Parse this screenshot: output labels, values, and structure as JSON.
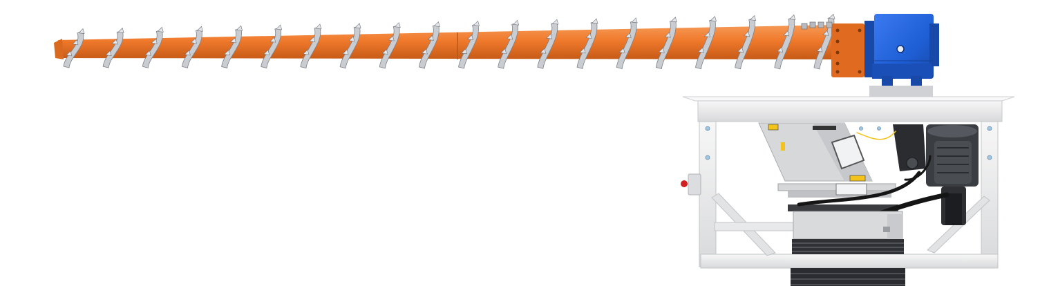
{
  "scene": {
    "subject": "screw-conveyor-with-gearbox-and-feeder-frame",
    "colors": {
      "background": "#ffffff",
      "auger_orange": "#f07a2c",
      "auger_orange_dark": "#c65a16",
      "flight_steel": "#c9ccd1",
      "gearbox_blue": "#1f5fd6",
      "gearbox_blue_dark": "#1848a8",
      "frame_white": "#eeeeee",
      "frame_shadow": "#b9bcc0",
      "machinery_dark": "#2a2c30",
      "cable_black": "#151515",
      "hazard_yellow": "#f3c21b",
      "stop_red": "#d12020"
    },
    "components": [
      "auger-tube",
      "auger-flights",
      "drive-gearbox",
      "support-frame",
      "feeder-hopper",
      "hydraulic-motor",
      "bellows-column",
      "emergency-stop"
    ]
  }
}
